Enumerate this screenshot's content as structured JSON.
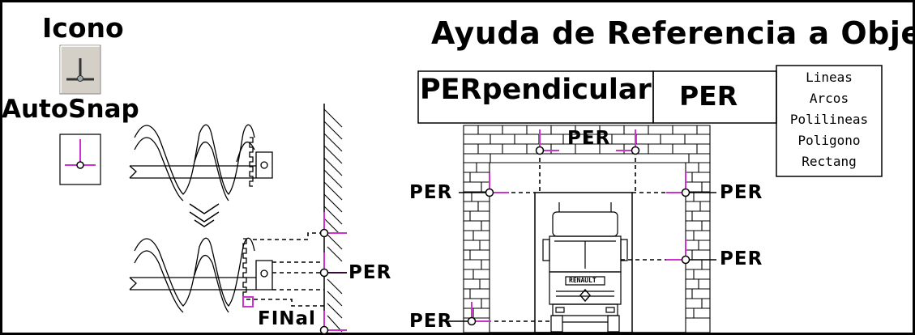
{
  "title": "Ayuda de Referencia a Objetos",
  "icon_section": {
    "label": "Icono"
  },
  "autosnap_section": {
    "label": "AutoSnap"
  },
  "table": {
    "mode": "PERpendicular",
    "abbreviation": "PER",
    "objects": [
      "Lineas",
      "Arcos",
      "Polilineas",
      "Poligono",
      "Rectang"
    ]
  },
  "left_diagram": {
    "per_label": "PER",
    "final_label": "FINal"
  },
  "right_diagram": {
    "per_top": "PER",
    "per_left": "PER",
    "per_right_upper": "PER",
    "per_right_lower": "PER",
    "per_bottom_left": "PER",
    "truck_badge": "RENAULT"
  },
  "colors": {
    "accent": "#cc33cc",
    "ink": "#000000",
    "icon_bg": "#d4d0c8"
  }
}
